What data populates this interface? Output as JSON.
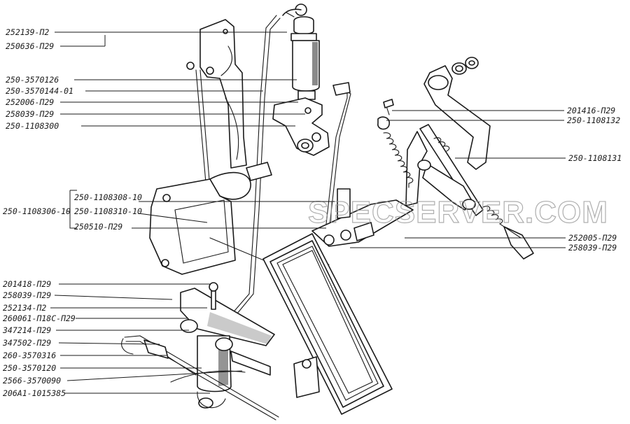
{
  "watermark": "SPECSERVER.COM",
  "labels_left": [
    "252139-П2",
    "250636-П29",
    "250-3570126",
    "250-3570144-01",
    "252006-П29",
    "258039-П29",
    "250-1108300",
    "250-1108306-10",
    "250-1108308-10",
    "250-1108310-10",
    "250510-П29",
    "201418-П29",
    "258039-П29",
    "252134-П2",
    "260061-П18С-П29",
    "347214-П29",
    "347502-П29",
    "260-3570316",
    "250-3570120",
    "2566-3570090",
    "206А1-1015385"
  ],
  "labels_right": [
    "201416-П29",
    "250-1108132",
    "250-1108131",
    "252005-П29",
    "258039-П29"
  ]
}
